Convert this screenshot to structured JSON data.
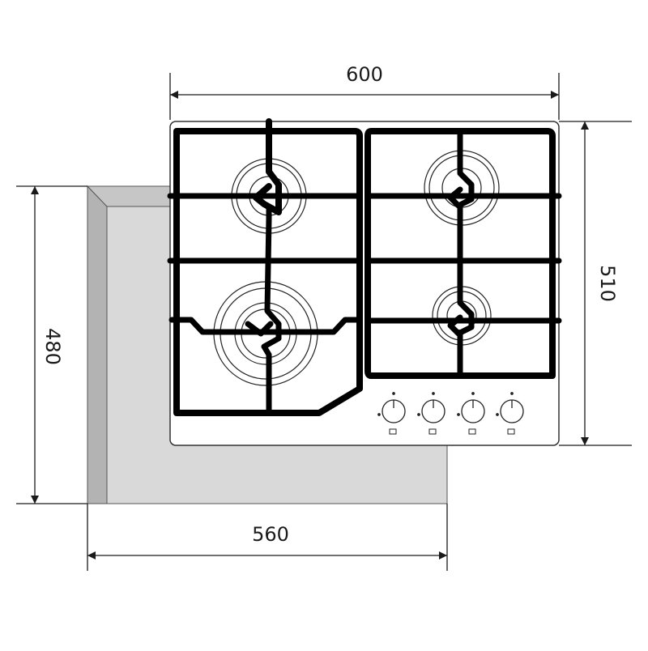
{
  "dimensions": {
    "hob_width": "600",
    "hob_depth": "510",
    "cutout_width": "560",
    "cutout_depth": "480"
  },
  "hob": {
    "burner_count": 4,
    "knob_count": 4
  },
  "colors": {
    "cutout_fill": "#d9d9d9",
    "cutout_shadow": "#b2b2b2",
    "grate": "#000000",
    "hob_fill": "#ffffff",
    "line": "#1a1a1a"
  }
}
